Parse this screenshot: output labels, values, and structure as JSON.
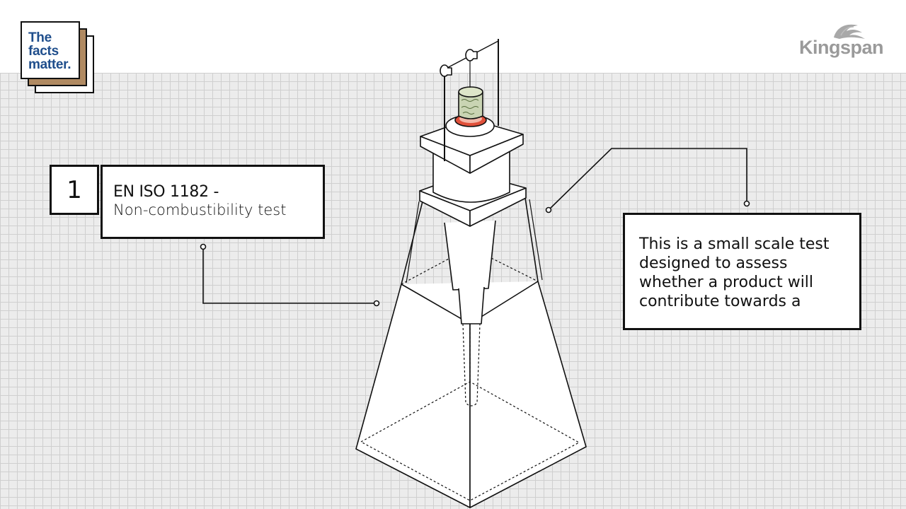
{
  "logo": {
    "lines": [
      "The",
      "facts",
      "matter."
    ],
    "text_color": "#1f4e8c",
    "accent_card_color": "#b08a62"
  },
  "brand": {
    "name": "Kingspan",
    "icon": "lion-icon"
  },
  "step": {
    "number": "1",
    "title": "EN ISO 1182 -",
    "subtitle": "Non-combustibility test"
  },
  "info": {
    "text": "This is a small scale test designed to assess whether a product will contribute towards a"
  },
  "colors": {
    "background_grid": "#ececec",
    "grid_line": "#cfcfcf",
    "heat_ring": "#e0503a",
    "sample": "#c9d4b3"
  }
}
